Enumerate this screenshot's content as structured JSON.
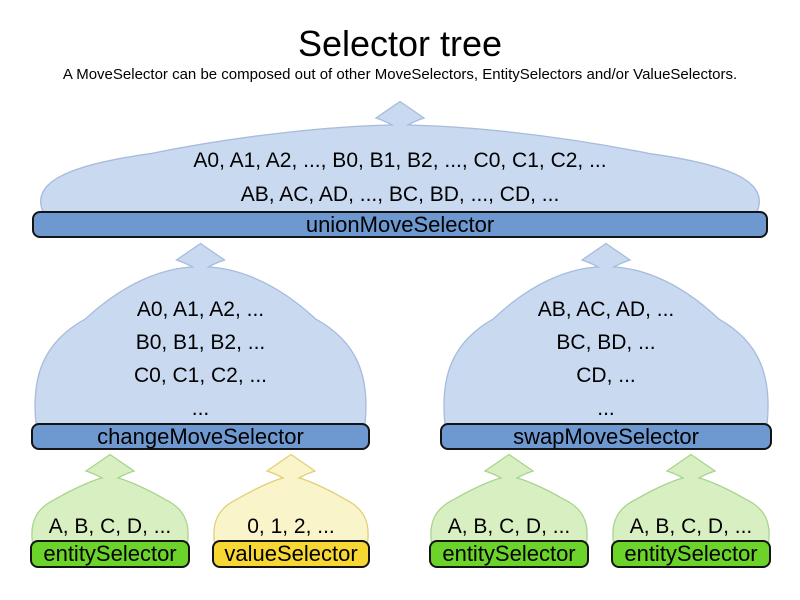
{
  "title": "Selector tree",
  "subtitle": "A MoveSelector can be composed out of other MoveSelectors, EntitySelectors and/or ValueSelectors.",
  "nodes": {
    "union": {
      "label": "unionMoveSelector",
      "lines": [
        "A0, A1, A2, ..., B0, B1, B2, ..., C0, C1, C2, ...",
        "AB, AC, AD, ..., BC, BD, ..., CD, ..."
      ]
    },
    "change": {
      "label": "changeMoveSelector",
      "lines": [
        "A0, A1, A2, ...",
        "B0, B1, B2, ...",
        "C0, C1, C2, ...",
        "..."
      ]
    },
    "swap": {
      "label": "swapMoveSelector",
      "lines": [
        "AB, AC, AD, ...",
        "BC, BD, ...",
        "CD, ...",
        "..."
      ]
    },
    "entity1": {
      "label": "entitySelector",
      "lines": [
        "A, B, C, D, ..."
      ]
    },
    "value": {
      "label": "valueSelector",
      "lines": [
        "0, 1, 2, ..."
      ]
    },
    "entity2": {
      "label": "entitySelector",
      "lines": [
        "A, B, C, D, ..."
      ]
    },
    "entity3": {
      "label": "entitySelector",
      "lines": [
        "A, B, C, D, ..."
      ]
    }
  },
  "colors": {
    "move_selector_bar": "#6d99d0",
    "move_selector_fill": "#c9d9f0",
    "entity_selector_bar": "#6bd32a",
    "entity_selector_fill": "#d8f0c1",
    "value_selector_bar": "#f6d733",
    "value_selector_fill": "#faf4ca",
    "text": "#000000",
    "background": "#ffffff"
  }
}
